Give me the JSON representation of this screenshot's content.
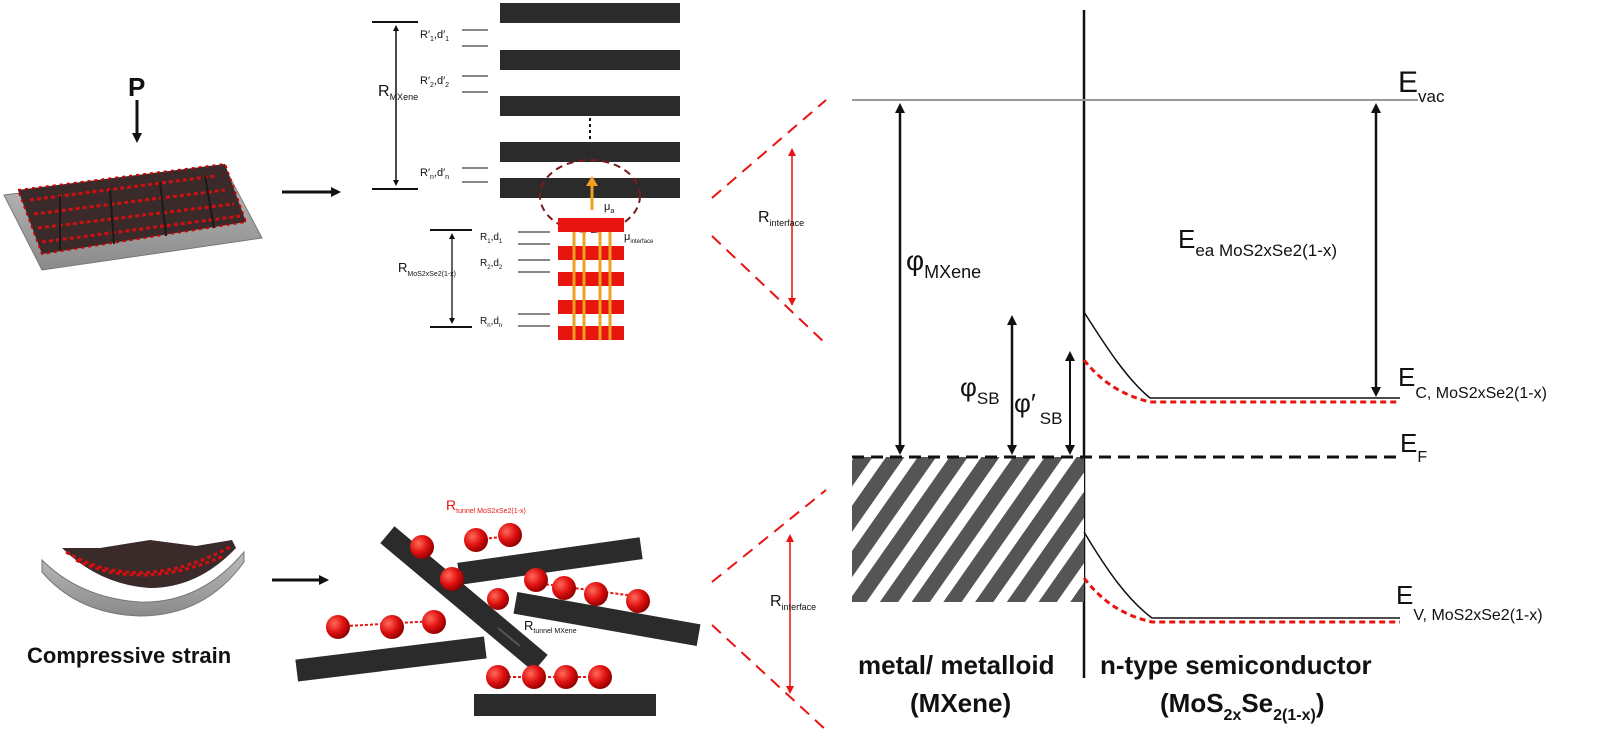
{
  "left_panel": {
    "pressure_label": "P",
    "compressive_strain_label": "Compressive strain",
    "r_mxene_label": {
      "main": "R",
      "sub": "MXene"
    },
    "r_mos2_label": {
      "main": "R",
      "sub": "MoS2xSe2(1-x)"
    },
    "mxene_layer_labels": [
      {
        "main": "R′",
        "sub": "1",
        "mid": "d′",
        "sub2": "1"
      },
      {
        "main": "R′",
        "sub": "2",
        "mid": "d′",
        "sub2": "2"
      },
      {
        "main": "R′",
        "sub": "n",
        "mid": "d′",
        "sub2": "n"
      }
    ],
    "mos2_layer_labels": [
      {
        "main": "R",
        "sub": "1",
        "mid": "d",
        "sub2": "1"
      },
      {
        "main": "R",
        "sub": "2",
        "mid": "d",
        "sub2": "2"
      },
      {
        "main": "R",
        "sub": "n",
        "mid": "d",
        "sub2": "n"
      }
    ],
    "mu_labels": [
      {
        "main": "μ",
        "sub": "a"
      },
      {
        "main": "μ",
        "sub": "interface"
      }
    ],
    "tunnel_labels": [
      {
        "main": "R",
        "sub": "tunnel MoS2xSe2(1-x)"
      },
      {
        "main": "R",
        "sub": "tunnel MXene"
      }
    ],
    "r_interface_labels": [
      {
        "main": "R",
        "sub": "interface"
      },
      {
        "main": "R",
        "sub": "interface"
      }
    ]
  },
  "band_diagram": {
    "e_vac": {
      "main": "E",
      "sub": "vac"
    },
    "e_ea": {
      "main": "E",
      "sub": "ea MoS2xSe2(1-x)"
    },
    "e_c": {
      "main": "E",
      "sub": "C, MoS2xSe2(1-x)"
    },
    "e_f": {
      "main": "E",
      "sub": "F"
    },
    "e_v": {
      "main": "E",
      "sub": "V, MoS2xSe2(1-x)"
    },
    "phi_mxene": {
      "main": "φ",
      "sub": "MXene"
    },
    "phi_sb": {
      "main": "φ",
      "sub": "SB"
    },
    "phi_sb_prime": {
      "main": "φ′",
      "sub": "SB"
    },
    "metal_caption_line1": "metal/ metalloid",
    "metal_caption_line2": "(MXene)",
    "semi_caption_line1": "n-type semiconductor",
    "semi_caption_line2_main": "(MoS",
    "semi_caption_line2_sub1": "2x",
    "semi_caption_line2_mid": "Se",
    "semi_caption_line2_sub2": "2(1-x)",
    "semi_caption_line2_end": ")"
  },
  "colors": {
    "layer_dark": "#2b2b2b",
    "accent_red": "#e8140f",
    "flux_orange": "#f0a020",
    "hatch_grey": "#555555"
  }
}
